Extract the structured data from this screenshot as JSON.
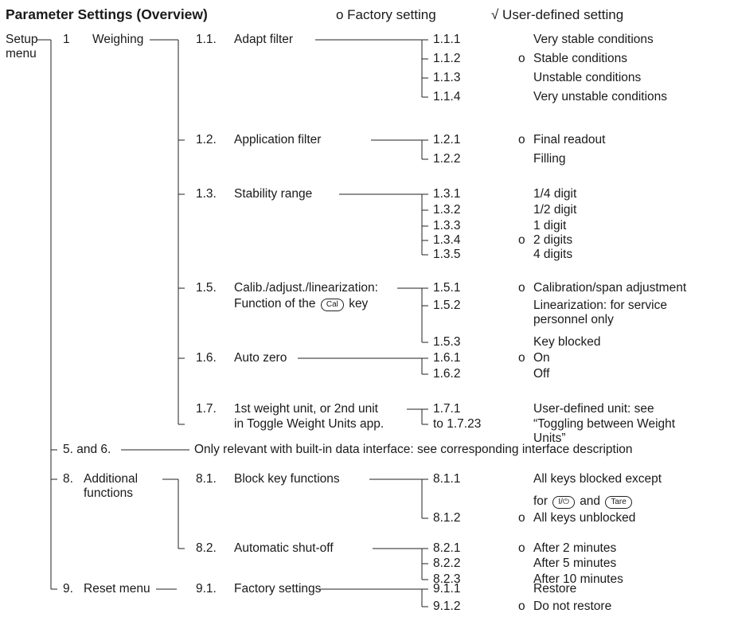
{
  "title": "Parameter Settings (Overview)",
  "legend": {
    "factory": "o Factory setting",
    "user": "√ User-defined setting"
  },
  "root": {
    "line1": "Setup",
    "line2": "menu"
  },
  "nodes": {
    "m1": "1",
    "m1_label": "Weighing",
    "m56": "5. and 6.",
    "m56_desc": "Only relevant with built-in data interface: see corresponding interface description",
    "m8": "8.",
    "m8_l1": "Additional",
    "m8_l2": "functions",
    "m9": "9.",
    "m9_label": "Reset menu",
    "s11": "1.1.",
    "s11_label": "Adapt filter",
    "s12": "1.2.",
    "s12_label": "Application filter",
    "s13": "1.3.",
    "s13_label": "Stability range",
    "s15": "1.5.",
    "s15_label": "Calib./adjust./linearization:",
    "s15_l2a": "Function of the",
    "s15_key": "Cal",
    "s15_l2b": "key",
    "s16": "1.6.",
    "s16_label": "Auto zero",
    "s17": "1.7.",
    "s17_label": "1st weight unit, or 2nd unit",
    "s17_l2": "in Toggle Weight Units app.",
    "s81": "8.1.",
    "s81_label": "Block key functions",
    "s82": "8.2.",
    "s82_label": "Automatic shut-off",
    "s91": "9.1.",
    "s91_label": "Factory settings"
  },
  "options": [
    {
      "code": "1.1.1",
      "mark": "",
      "text": "Very stable conditions"
    },
    {
      "code": "1.1.2",
      "mark": "o",
      "text": "Stable conditions"
    },
    {
      "code": "1.1.3",
      "mark": "",
      "text": "Unstable conditions"
    },
    {
      "code": "1.1.4",
      "mark": "",
      "text": "Very unstable conditions"
    },
    {
      "code": "1.2.1",
      "mark": "o",
      "text": "Final readout"
    },
    {
      "code": "1.2.2",
      "mark": "",
      "text": "Filling"
    },
    {
      "code": "1.3.1",
      "mark": "",
      "text": "1/4 digit"
    },
    {
      "code": "1.3.2",
      "mark": "",
      "text": "1/2 digit"
    },
    {
      "code": "1.3.3",
      "mark": "",
      "text": "1 digit"
    },
    {
      "code": "1.3.4",
      "mark": "o",
      "text": "2 digits"
    },
    {
      "code": "1.3.5",
      "mark": "",
      "text": "4 digits"
    },
    {
      "code": "1.5.1",
      "mark": "o",
      "text": "Calibration/span adjustment"
    },
    {
      "code": "1.5.2",
      "mark": "",
      "text": "Linearization: for service"
    },
    {
      "code": "",
      "mark": "",
      "text": "personnel only"
    },
    {
      "code": "1.5.3",
      "mark": "",
      "text": "Key blocked"
    },
    {
      "code": "1.6.1",
      "mark": "o",
      "text": "On"
    },
    {
      "code": "1.6.2",
      "mark": "",
      "text": "Off"
    },
    {
      "code": "1.7.1",
      "mark": "",
      "text": "User-defined unit: see"
    },
    {
      "code": "to 1.7.23",
      "mark": "",
      "text": "“Toggling between Weight"
    },
    {
      "code": "",
      "mark": "",
      "text": "Units”"
    },
    {
      "code": "8.1.1",
      "mark": "",
      "text": "All keys blocked except"
    },
    {
      "code": "",
      "mark": "",
      "text": ""
    },
    {
      "code": "8.1.2",
      "mark": "o",
      "text": "All keys unblocked"
    },
    {
      "code": "8.2.1",
      "mark": "o",
      "text": "After 2 minutes"
    },
    {
      "code": "8.2.2",
      "mark": "",
      "text": "After 5 minutes"
    },
    {
      "code": "8.2.3",
      "mark": "",
      "text": "After 10 minutes"
    },
    {
      "code": "9.1.1",
      "mark": "",
      "text": "Restore"
    },
    {
      "code": "9.1.2",
      "mark": "o",
      "text": "Do not restore"
    }
  ],
  "keys_note": {
    "pre": "for",
    "key1": "I/⏻",
    "mid": "and",
    "key2": "Tare"
  }
}
